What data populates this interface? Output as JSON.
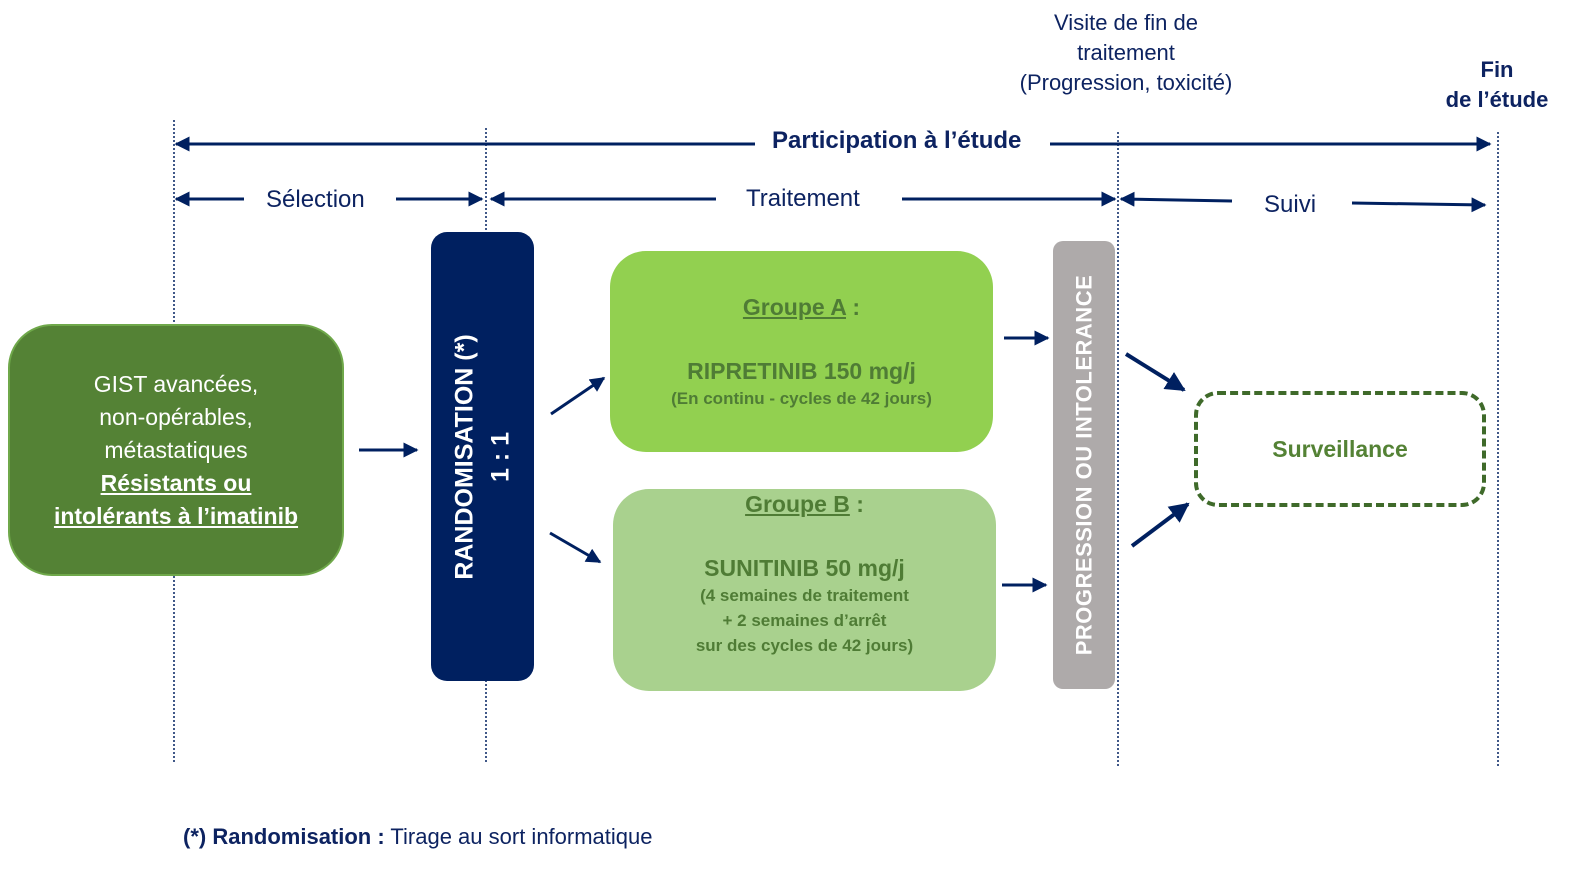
{
  "colors": {
    "navy": "#002060",
    "text_navy": "#0d2361",
    "dark_green": "#548235",
    "group_a_green": "#92d050",
    "group_b_green": "#a9d18e",
    "group_text_green": "#4f7c35",
    "grey": "#aeaaaa",
    "surveillance_border": "#3f6a2a"
  },
  "milestones": {
    "end_of_treatment_visit": [
      "Visite de fin de",
      "traitement",
      "(Progression, toxicité)"
    ],
    "end_of_study": [
      "Fin",
      "de l’étude"
    ]
  },
  "timeline": {
    "participation": "Participation à l’étude",
    "selection": "Sélection",
    "treatment": "Traitement",
    "follow_up": "Suivi"
  },
  "population_box": {
    "lines": [
      "GIST avancées,",
      "non-opérables,",
      "métastatiques"
    ],
    "emphasis_lines": [
      "Résistants ou",
      "intolérants à l’imatinib"
    ]
  },
  "randomisation_box": {
    "title": "RANDOMISATION (*)",
    "ratio": "1 : 1"
  },
  "group_a": {
    "title": "Groupe A",
    "title_suffix": " :",
    "drug": "RIPRETINIB 150 mg/j",
    "details": [
      "(En continu - cycles de 42 jours)"
    ]
  },
  "group_b": {
    "title": "Groupe B",
    "title_suffix": " :",
    "drug": "SUNITINIB 50 mg/j",
    "details": [
      "(4 semaines de traitement",
      "+ 2 semaines d’arrêt",
      "sur des cycles de 42 jours)"
    ]
  },
  "progression_box": {
    "label": "PROGRESSION OU INTOLERANCE"
  },
  "surveillance_box": {
    "label": "Surveillance"
  },
  "footnote": {
    "marker": "(*)",
    "term": "Randomisation :",
    "definition": "Tirage au sort informatique"
  }
}
